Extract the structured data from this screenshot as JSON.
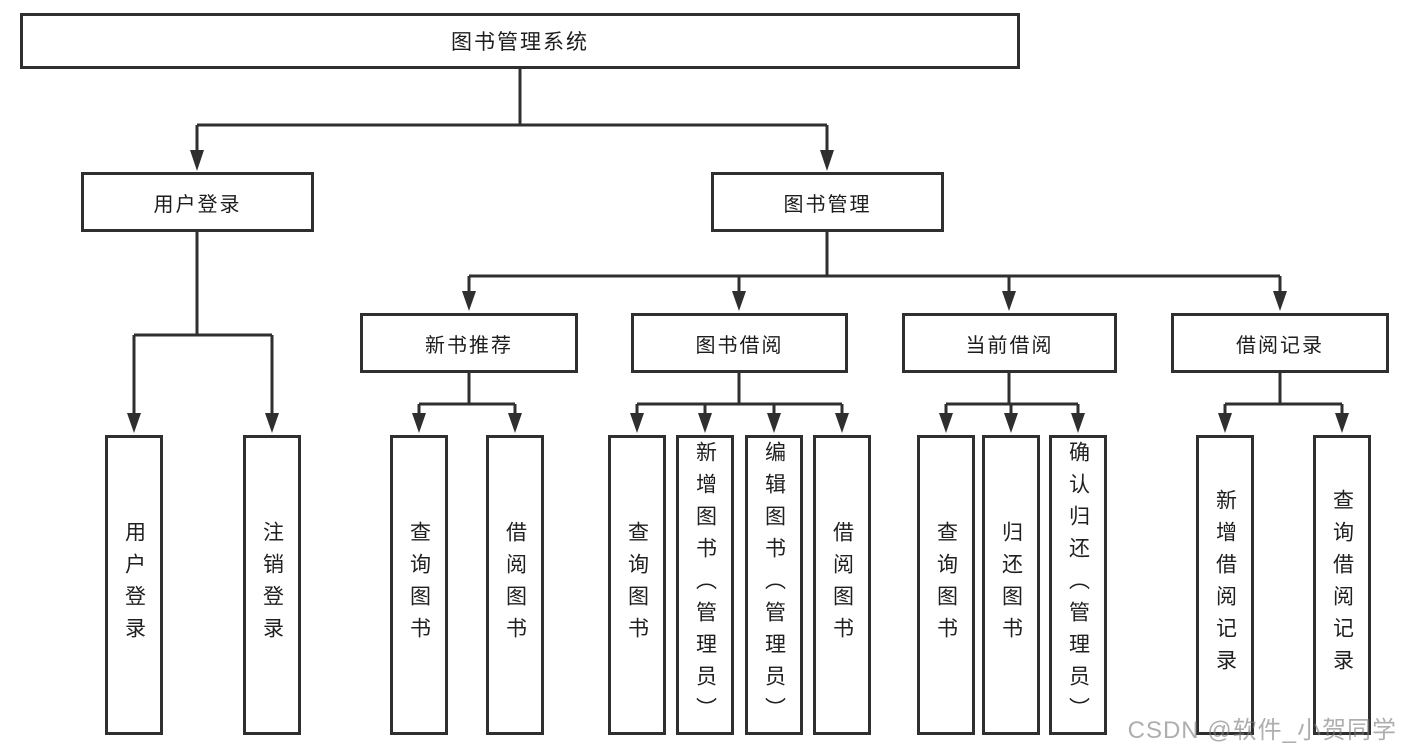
{
  "tree": {
    "root": "图书管理系统",
    "user_login": {
      "label": "用户登录",
      "children": [
        "用户登录",
        "注销登录"
      ]
    },
    "book_mgmt": {
      "label": "图书管理"
    },
    "new_book": {
      "label": "新书推荐",
      "children": [
        "查询图书",
        "借阅图书"
      ]
    },
    "borrow": {
      "label": "图书借阅",
      "children": [
        "查询图书",
        "新增图书（管理员）",
        "编辑图书（管理员）",
        "借阅图书"
      ]
    },
    "current": {
      "label": "当前借阅",
      "children": [
        "查询图书",
        "归还图书",
        "确认归还（管理员）"
      ]
    },
    "records": {
      "label": "借阅记录",
      "children": [
        "新增借阅记录",
        "查询借阅记录"
      ]
    }
  },
  "watermark": {
    "text": "CSDN @软件_小贺同学"
  },
  "colors": {
    "line": "#2f2f2f",
    "text": "#1c1c1c",
    "watermark": "#7d7d7d",
    "background": "#ffffff"
  }
}
